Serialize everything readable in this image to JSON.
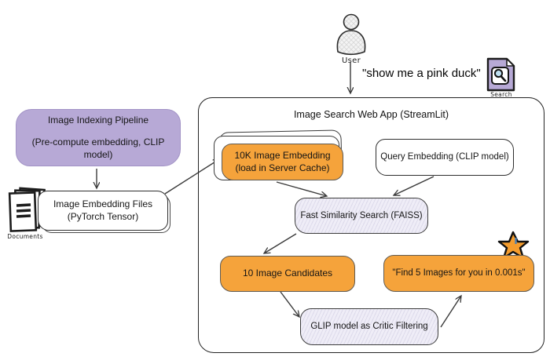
{
  "diagram": {
    "title": "Image Search Web App (StreamLit)",
    "user": {
      "label": "User",
      "query": "\"show me a pink duck\""
    },
    "icons": {
      "user": "person-silhouette",
      "search": "document-with-magnifier",
      "search_label": "Search",
      "documents": "paper-stack",
      "documents_label": "Documents",
      "star": "sparkle-star"
    },
    "nodes": {
      "indexing": {
        "line1": "Image Indexing Pipeline",
        "line2": "(Pre-compute embedding, CLIP model)",
        "fill": "#b7a9d6"
      },
      "embedding_files": {
        "line1": "Image Embedding Files",
        "line2": "(PyTorch Tensor)",
        "fill": "#ffffff"
      },
      "cache": {
        "line1": "10K Image Embedding",
        "line2": "(load in Server Cache)",
        "fill": "#f5a33b"
      },
      "query_embedding": {
        "label": "Query Embedding (CLIP model)",
        "fill": "#ffffff"
      },
      "faiss": {
        "label": "Fast Similarity Search (FAISS)",
        "fill": "#efedf7"
      },
      "candidates": {
        "label": "10 Image Candidates",
        "fill": "#f5a33b"
      },
      "result": {
        "label": "\"Find 5 Images for you in 0.001s\"",
        "fill": "#f5a33b"
      },
      "critic": {
        "label": "GLIP model as Critic Filtering",
        "fill": "#efedf7"
      }
    },
    "edges": [
      {
        "from": "user",
        "to": "web-app"
      },
      {
        "from": "indexing-pipeline",
        "to": "embedding-files"
      },
      {
        "from": "embedding-files",
        "to": "image-embedding-cache"
      },
      {
        "from": "image-embedding-cache",
        "to": "similarity-search"
      },
      {
        "from": "query-embedding",
        "to": "similarity-search"
      },
      {
        "from": "similarity-search",
        "to": "image-candidates"
      },
      {
        "from": "image-candidates",
        "to": "critic-filtering"
      },
      {
        "from": "critic-filtering",
        "to": "result-message"
      }
    ],
    "colors": {
      "orange": "#f5a33b",
      "purple": "#b7a9d6",
      "lavender": "#efedf7",
      "stroke": "#333333"
    }
  }
}
